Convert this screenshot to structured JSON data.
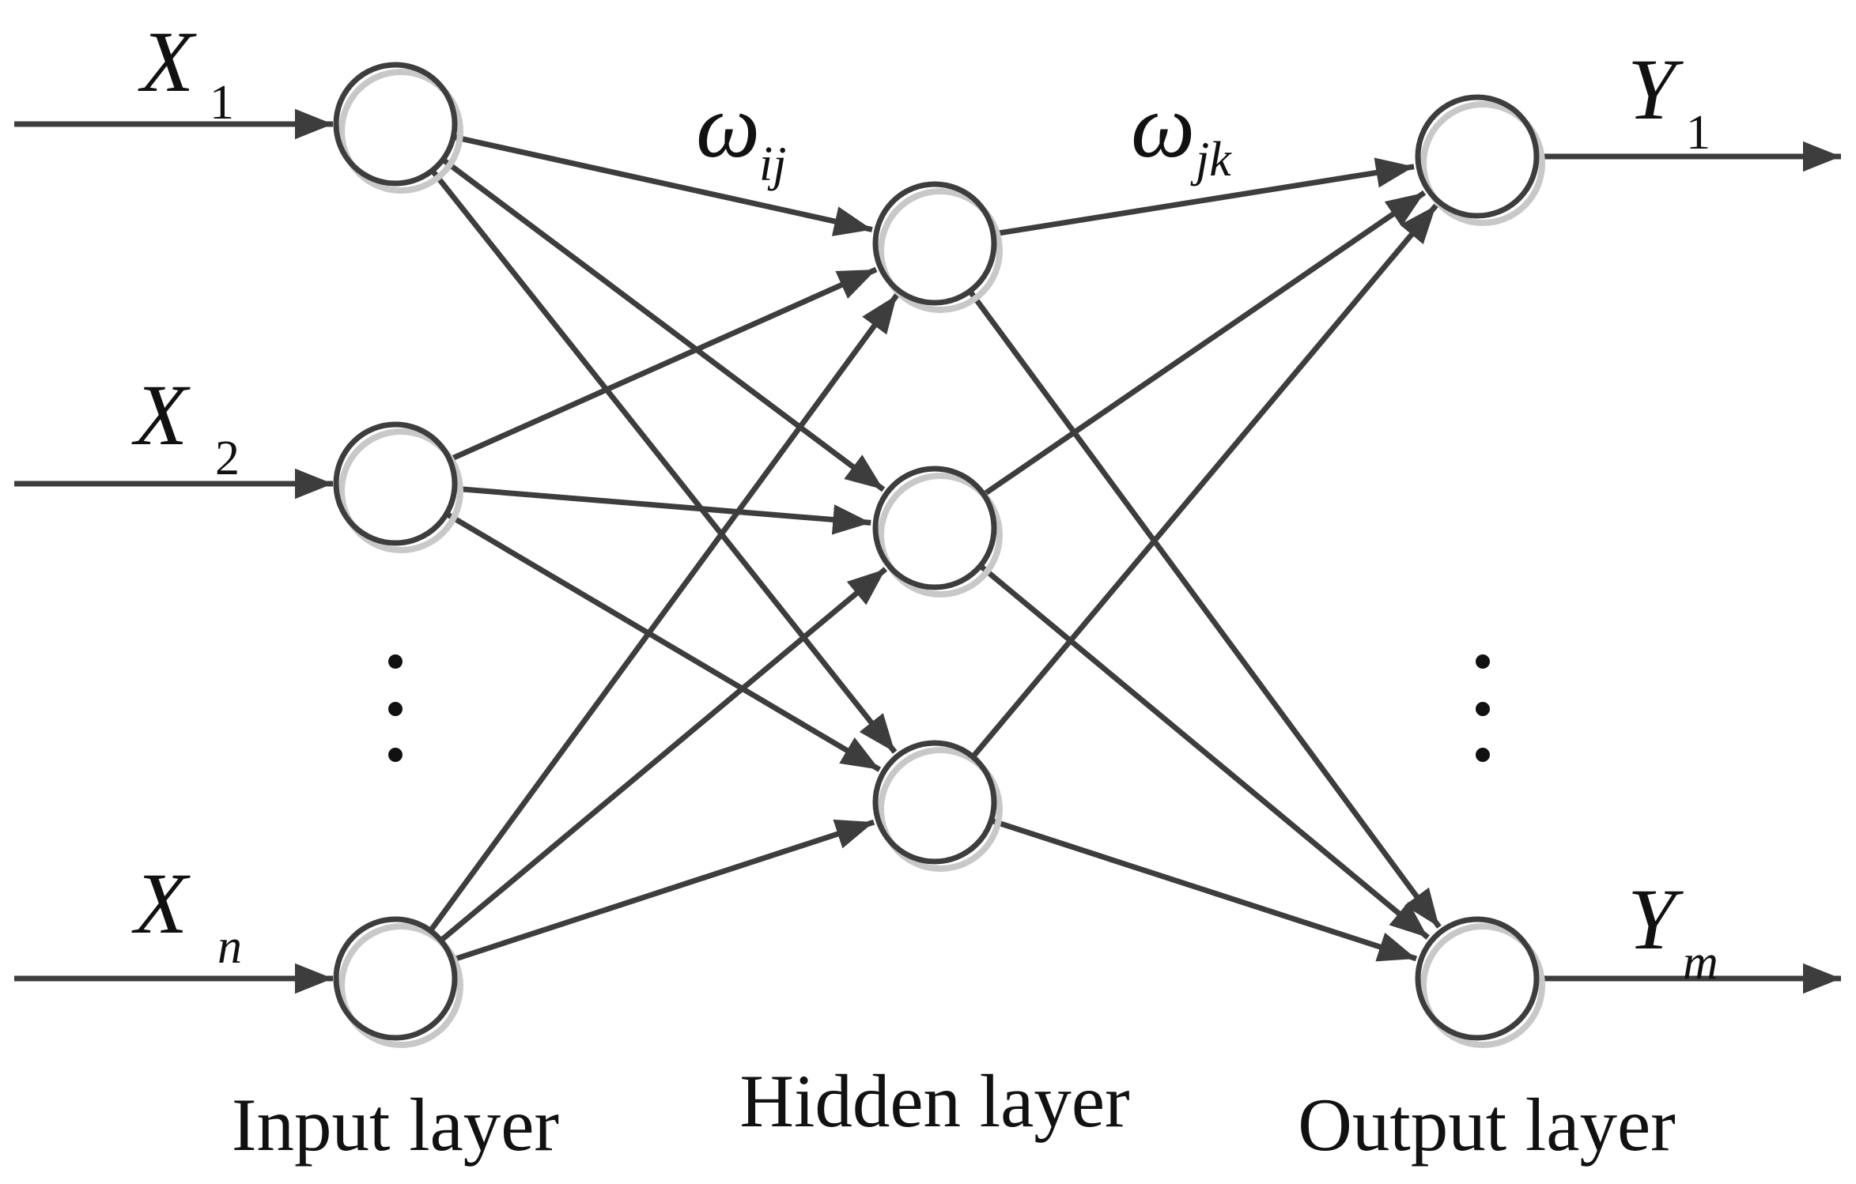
{
  "colors": {
    "line": "#3d3d3d",
    "node_shadow": "#c8c8c8",
    "text": "#111111",
    "background": "#ffffff"
  },
  "inputs": [
    {
      "symbol": "X",
      "subscript": "1"
    },
    {
      "symbol": "X",
      "subscript": "2"
    },
    {
      "symbol": "X",
      "subscript": "n"
    }
  ],
  "outputs": [
    {
      "symbol": "Y",
      "subscript": "1"
    },
    {
      "symbol": "Y",
      "subscript": "m"
    }
  ],
  "weights": [
    {
      "symbol": "ω",
      "subscript": "ij"
    },
    {
      "symbol": "ω",
      "subscript": "jk"
    }
  ],
  "layers": {
    "input": "Input layer",
    "hidden": "Hidden layer",
    "output": "Output layer"
  },
  "ellipsis": "⋮"
}
